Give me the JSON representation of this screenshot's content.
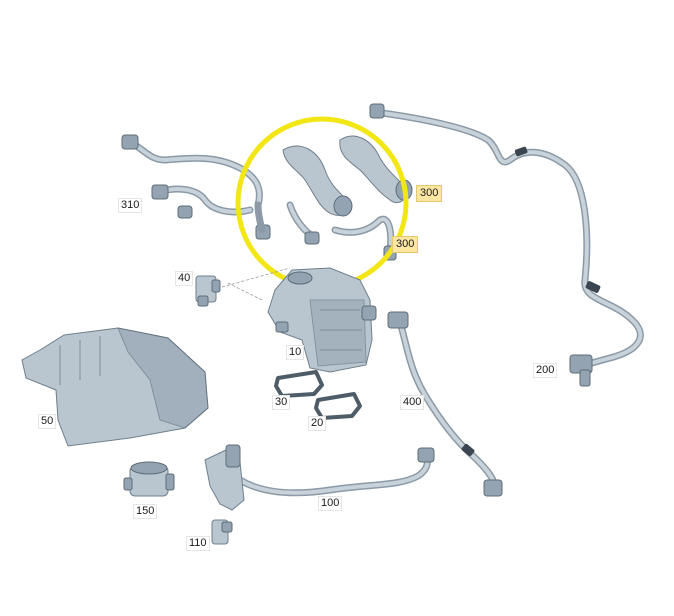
{
  "parts": [
    {
      "id": "300a",
      "number": "300",
      "highlight": true
    },
    {
      "id": "300b",
      "number": "300",
      "highlight": true
    },
    {
      "id": "310",
      "number": "310",
      "highlight": false
    },
    {
      "id": "40",
      "number": "40",
      "highlight": false
    },
    {
      "id": "10",
      "number": "10",
      "highlight": false
    },
    {
      "id": "200",
      "number": "200",
      "highlight": false
    },
    {
      "id": "30",
      "number": "30",
      "highlight": false
    },
    {
      "id": "400",
      "number": "400",
      "highlight": false
    },
    {
      "id": "50",
      "number": "50",
      "highlight": false
    },
    {
      "id": "20",
      "number": "20",
      "highlight": false
    },
    {
      "id": "100",
      "number": "100",
      "highlight": false
    },
    {
      "id": "150",
      "number": "150",
      "highlight": false
    },
    {
      "id": "110",
      "number": "110",
      "highlight": false
    }
  ],
  "colors": {
    "highlight_circle": "#f2e614",
    "highlight_label": "#fbe6a2",
    "part_fill": "#b9c6d0",
    "part_stroke": "#6f7f8c"
  }
}
